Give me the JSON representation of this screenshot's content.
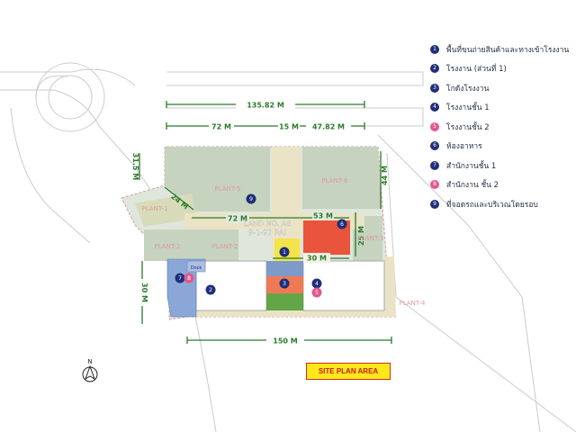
{
  "plan_title": "SITE PLAN AREA",
  "north_label": "N",
  "land_label": "LAND NO. A8",
  "area_label": "9-1-97 RAI",
  "dimensions": {
    "total_top": "135.82 M",
    "seg_72": "72 M",
    "seg_15": "15 M",
    "seg_4782": "47.82 M",
    "left_315": "31.5 M",
    "right_44": "44 M",
    "diag_24": "24 M",
    "inner_72": "72 M",
    "inner_53": "53 M",
    "right_25": "25 M",
    "mid_30": "30 M",
    "left_30": "30 M",
    "bottom_150": "150 M"
  },
  "plants": {
    "plant5": "PLANT-5",
    "plant6": "PLANT-6",
    "plant1": "PLANT-1",
    "plant2a": "PLANT-2",
    "plant2b": "PLANT-2",
    "plant3": "PLANT-3",
    "plant4": "PLANT-4",
    "dock": "Dock"
  },
  "legend": [
    {
      "num": "1",
      "label": "พื้นที่ขนถ่ายสินค้าและทางเข้าโรงงาน",
      "color": "#1f2f7a"
    },
    {
      "num": "2",
      "label": "โรงงาน (ส่วนที่ 1)",
      "color": "#1f2f7a"
    },
    {
      "num": "3",
      "label": "โกดังโรงงาน",
      "color": "#1f2f7a"
    },
    {
      "num": "4",
      "label": "โรงงานชั้น 1",
      "color": "#1f2f7a"
    },
    {
      "num": "5",
      "label": "โรงงานชั้น 2",
      "color": "#e2588f"
    },
    {
      "num": "6",
      "label": "ห้องอาหาร",
      "color": "#1f2f7a"
    },
    {
      "num": "7",
      "label": "สำนักงานชั้น 1",
      "color": "#1f2f7a"
    },
    {
      "num": "8",
      "label": "สำนักงาน ชั้น 2",
      "color": "#e2588f"
    },
    {
      "num": "9",
      "label": "ที่จอดรถและบริเวณโดยรอบ",
      "color": "#1f2f7a"
    }
  ],
  "markers": {
    "m1": "1",
    "m2": "2",
    "m3": "3",
    "m4": "4",
    "m5": "5",
    "m6": "6",
    "m7": "7",
    "m8": "8",
    "m9": "9"
  }
}
